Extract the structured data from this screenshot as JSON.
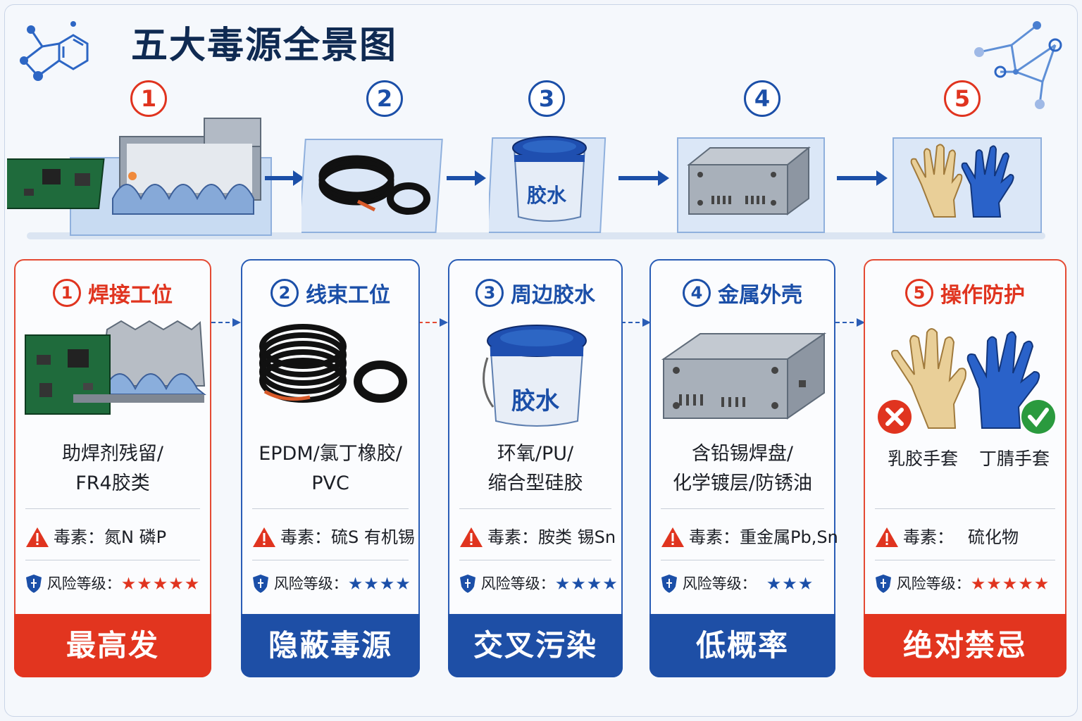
{
  "title": "五大毒源全景图",
  "steps": [
    {
      "num": "1",
      "accent": "#e0341f",
      "title": "焊接工位",
      "desc_lines": [
        "助焊剂残留/",
        "FR4胶类"
      ],
      "toxin_label": "毒素：",
      "toxin_value": "氮N  磷P",
      "risk_label": "风险等级：",
      "stars_filled": 5,
      "banner": "最高发"
    },
    {
      "num": "2",
      "accent": "#1b4fa8",
      "title": "线束工位",
      "desc_lines": [
        "EPDM/氯丁橡胶/",
        "PVC"
      ],
      "toxin_label": "毒素：",
      "toxin_value": "硫S  有机锡",
      "risk_label": "风险等级：",
      "stars_filled": 4,
      "banner": "隐蔽毒源"
    },
    {
      "num": "3",
      "accent": "#1b4fa8",
      "title": "周边胶水",
      "desc_lines": [
        "环氧/PU/",
        "缩合型硅胶"
      ],
      "toxin_label": "毒素：",
      "toxin_value": "胺类  锡Sn",
      "risk_label": "风险等级：",
      "stars_filled": 4,
      "banner": "交叉污染",
      "illus_label": "胶水"
    },
    {
      "num": "4",
      "accent": "#1b4fa8",
      "title": "金属外壳",
      "desc_lines": [
        "含铅锡焊盘/",
        "化学镀层/防锈油"
      ],
      "toxin_label": "毒素：",
      "toxin_value": "重金属Pb,Sn",
      "risk_label": "风险等级：",
      "stars_filled": 3,
      "banner": "低概率"
    },
    {
      "num": "5",
      "accent": "#e0341f",
      "title": "操作防护",
      "glove_bad": "乳胶手套",
      "glove_good": "丁腈手套",
      "toxin_label": "毒素：",
      "toxin_value": "硫化物",
      "risk_label": "风险等级：",
      "stars_filled": 5,
      "banner": "绝对禁忌"
    }
  ],
  "top_glue_label": "胶水",
  "colors": {
    "red": "#e0341f",
    "blue": "#1b4fa8",
    "star_red": "#e0341f",
    "star_blue": "#1b4fa8"
  }
}
